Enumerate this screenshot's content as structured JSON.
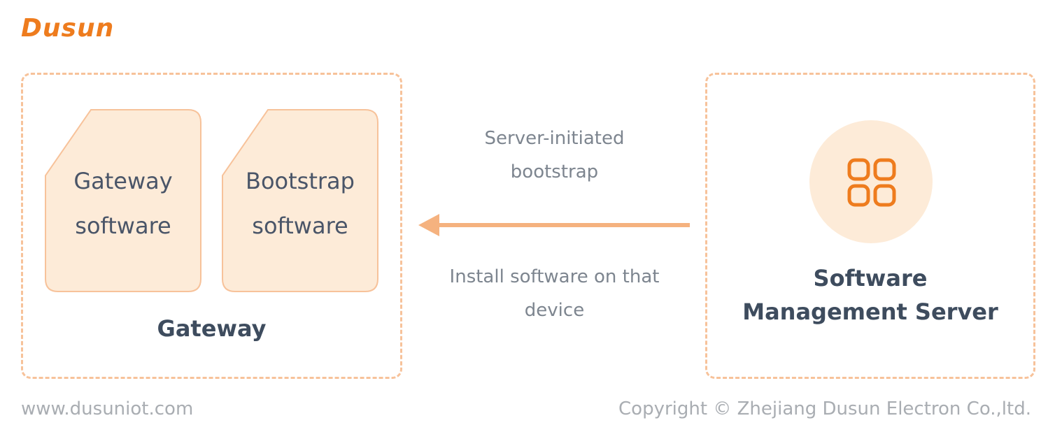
{
  "brand": {
    "logo_text": "Dusun"
  },
  "gateway": {
    "title": "Gateway",
    "cards": [
      {
        "label": "Gateway\nsoftware"
      },
      {
        "label": "Bootstrap\nsoftware"
      }
    ]
  },
  "server": {
    "title": "Software\nManagement Server",
    "icon": "apps-grid-icon"
  },
  "connection": {
    "label_top": "Server-initiated\nbootstrap",
    "label_bottom": "Install software on that\ndevice",
    "direction": "server-to-gateway"
  },
  "footer": {
    "website": "www.dusuniot.com",
    "copyright": "Copyright © Zhejiang Dusun Electron Co.,ltd."
  },
  "colors": {
    "accent": "#ee7c1e",
    "dashed_border": "#f7c29a",
    "card_fill": "#fdebd8",
    "arrow": "#f5b27f",
    "title_text": "#3e4c5e"
  }
}
